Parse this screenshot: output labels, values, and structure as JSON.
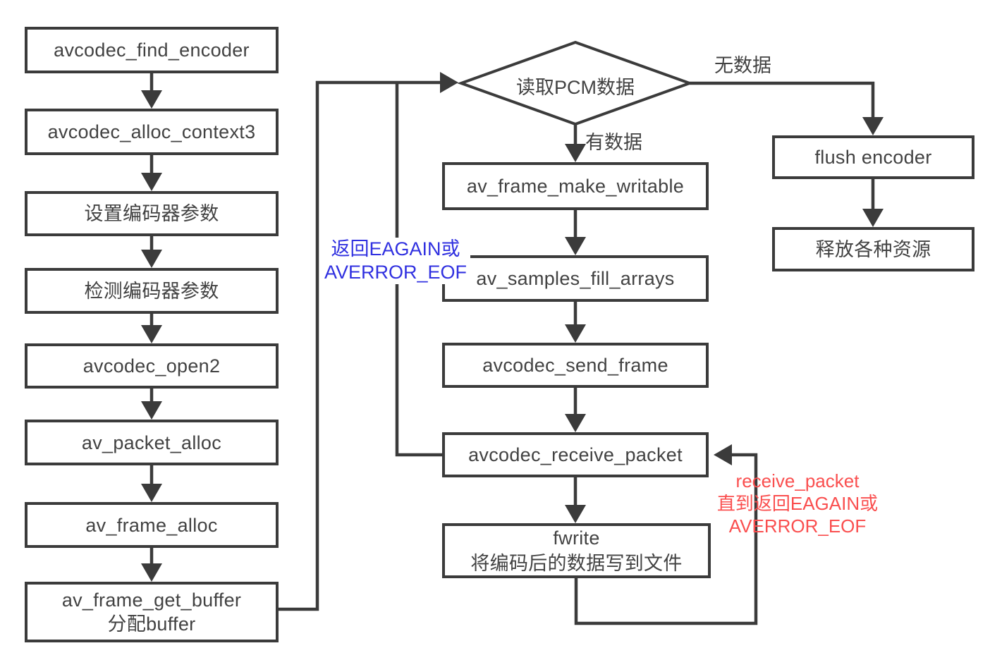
{
  "diagram_title": "FFmpeg audio encode flowchart",
  "colors": {
    "stroke": "#3b3b3b",
    "box_text": "#424242",
    "annotation_blue": "#3030e0",
    "annotation_red": "#fa4f4f",
    "background": "#ffffff"
  },
  "nodes": {
    "find_encoder": {
      "label": "avcodec_find_encoder"
    },
    "alloc_context3": {
      "label": "avcodec_alloc_context3"
    },
    "set_encoder_params": {
      "label": "设置编码器参数"
    },
    "check_encoder_params": {
      "label": "检测编码器参数"
    },
    "open2": {
      "label": "avcodec_open2"
    },
    "packet_alloc": {
      "label": "av_packet_alloc"
    },
    "frame_alloc": {
      "label": "av_frame_alloc"
    },
    "frame_get_buffer": {
      "label": "av_frame_get_buffer",
      "sublabel": "分配buffer"
    },
    "read_pcm": {
      "label": "读取PCM数据",
      "shape": "decision"
    },
    "frame_make_writable": {
      "label": "av_frame_make_writable"
    },
    "samples_fill_arrays": {
      "label": "av_samples_fill_arrays"
    },
    "send_frame": {
      "label": "avcodec_send_frame"
    },
    "receive_packet": {
      "label": "avcodec_receive_packet"
    },
    "fwrite": {
      "label": "fwrite",
      "sublabel": "将编码后的数据写到文件"
    },
    "flush_encoder": {
      "label": "flush encoder"
    },
    "release_resources": {
      "label": "释放各种资源"
    }
  },
  "edge_labels": {
    "has_data": "有数据",
    "no_data": "无数据"
  },
  "annotations": {
    "return_eagain_blue": {
      "line1": "返回EAGAIN或",
      "line2": "AVERROR_EOF",
      "color": "#3030e0"
    },
    "receive_until_eagain_red": {
      "line1": "receive_packet",
      "line2": "直到返回EAGAIN或",
      "line3": "AVERROR_EOF",
      "color": "#fa4f4f"
    }
  }
}
